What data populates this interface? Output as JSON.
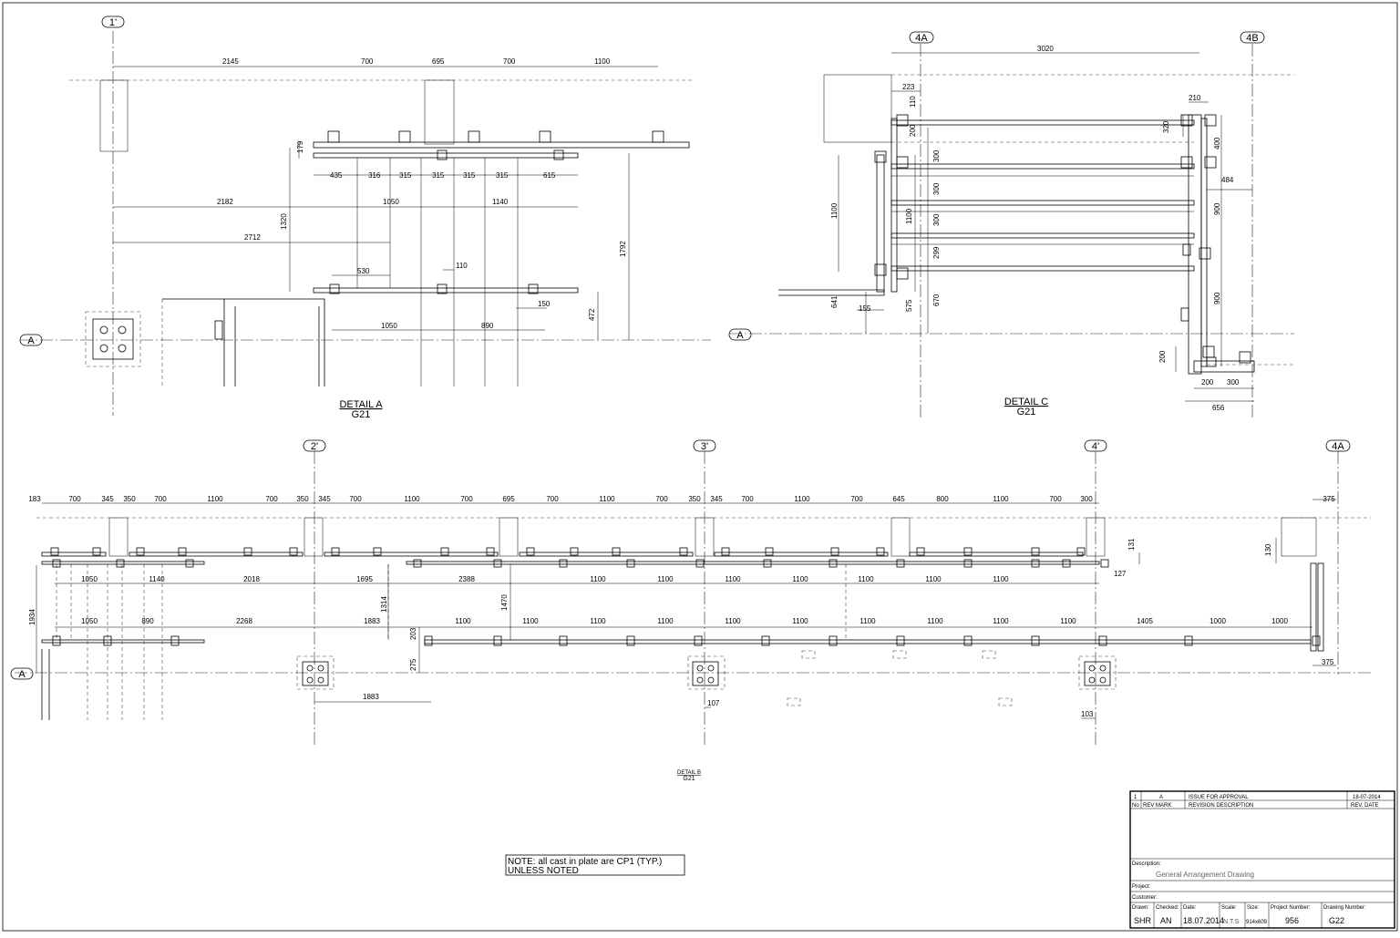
{
  "bubbles": {
    "a1": "1'",
    "a2": "2'",
    "a3": "3'",
    "a4": "4'",
    "b4a": "4A",
    "b4b": "4B",
    "b4a_lower": "4A",
    "rowA_1": "A",
    "rowA_2": "A",
    "rowA_3": "A"
  },
  "details": {
    "a_title": "DETAIL A",
    "a_ref": "G21",
    "c_title": "DETAIL C",
    "c_ref": "G21",
    "b_title": "DETAIL B",
    "b_ref": "G21"
  },
  "dims_a": [
    "2145",
    "700",
    "695",
    "700",
    "1100",
    "179",
    "435",
    "316",
    "315",
    "315",
    "315",
    "315",
    "615",
    "2182",
    "1050",
    "1140",
    "2712",
    "1320",
    "1792",
    "530",
    "110",
    "1050",
    "890",
    "150",
    "472"
  ],
  "dims_c": [
    "3020",
    "223",
    "110",
    "200",
    "210",
    "320",
    "400",
    "300",
    "300",
    "300",
    "299",
    "670",
    "575",
    "641",
    "155",
    "1100",
    "1100",
    "484",
    "900",
    "900",
    "200",
    "200",
    "300",
    "656"
  ],
  "dims_b_top": [
    "183",
    "700",
    "345",
    "350",
    "700",
    "1100",
    "700",
    "350",
    "345",
    "700",
    "1100",
    "700",
    "695",
    "700",
    "1100",
    "700",
    "350",
    "345",
    "700",
    "1100",
    "700",
    "645",
    "800",
    "1100",
    "700",
    "300",
    "375"
  ],
  "dims_b_mid": [
    "1050",
    "1140",
    "2018",
    "1695",
    "2388",
    "1100",
    "1100",
    "1100",
    "1100",
    "1100",
    "1100",
    "1100"
  ],
  "dims_b_low": [
    "1050",
    "890",
    "2268",
    "1883",
    "1100",
    "1100",
    "1100",
    "1100",
    "1100",
    "1100",
    "1100",
    "1100",
    "1100",
    "1100",
    "1405",
    "1000",
    "1000"
  ],
  "dims_b_misc": [
    "1934",
    "1314",
    "1470",
    "203",
    "275",
    "1883",
    "107",
    "103",
    "131",
    "127",
    "130",
    "375"
  ],
  "note": {
    "line1": "NOTE: all cast in plate are CP1 (TYP.)",
    "line2": "UNLESS NOTED"
  },
  "title_block": {
    "rev_no": "1",
    "rev_mark": "A",
    "rev_desc": "ISSUE FOR APPROVAL",
    "rev_date": "18-07-2014",
    "h_no": "No",
    "h_mark": "REV MARK",
    "h_desc": "REVISION DESCRIPTION",
    "h_date": "REV. DATE",
    "desc_label": "Description:",
    "desc_value": "General Arrangement Drawing",
    "project_label": "Project:",
    "customer_label": "Customer:",
    "drawn_label": "Drawn:",
    "drawn": "SHR",
    "checked_label": "Checked:",
    "checked": "AN",
    "date_label": "Date:",
    "date": "18.07.2014",
    "scale_label": "Scale:",
    "scale": "N.T.S",
    "size_label": "Size:",
    "size": "914x609",
    "proj_no_label": "Project Number:",
    "proj_no": "956",
    "dwg_no_label": "Drawing Number:",
    "dwg_no": "G22"
  }
}
